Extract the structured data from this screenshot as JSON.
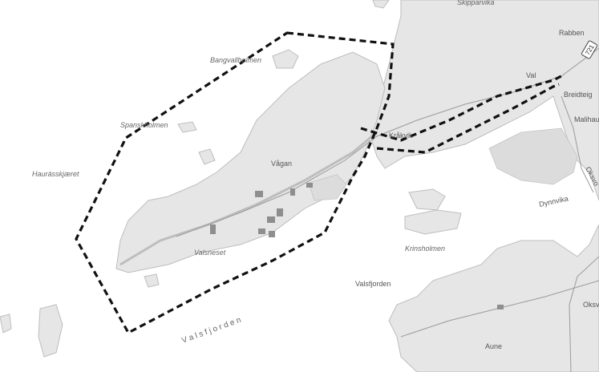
{
  "map": {
    "type": "topographic base map, grayscale",
    "labels": {
      "skipparvika": "Skipparvika",
      "rabben": "Rabben",
      "bangvallholmen": "Bangvallholmen",
      "val": "Val",
      "breidteig": "Breidteig",
      "malihau": "Malihau",
      "spanskholmen": "Spanskholmen",
      "kraakvik": "Kråkvik",
      "haurasskjaeret": "Haurásskjæret",
      "vagan": "Vågan",
      "oksvo_north": "Oksvo",
      "dynnvika": "Dynnvika",
      "krinsholmen": "Krinsholmen",
      "valsneset": "Valsneset",
      "valsfjorden_small": "Valsfjorden",
      "valsfjorden_large": "V a l s f j o r d e n",
      "oksv_south": "Oksv",
      "aune": "Aune"
    },
    "road_shield": "721",
    "boundary_style": "black dashed outline",
    "colors": {
      "land": "#e6e6e6",
      "water": "#ffffff",
      "boundary": "#111111",
      "buildings": "#8e8e8e"
    }
  }
}
